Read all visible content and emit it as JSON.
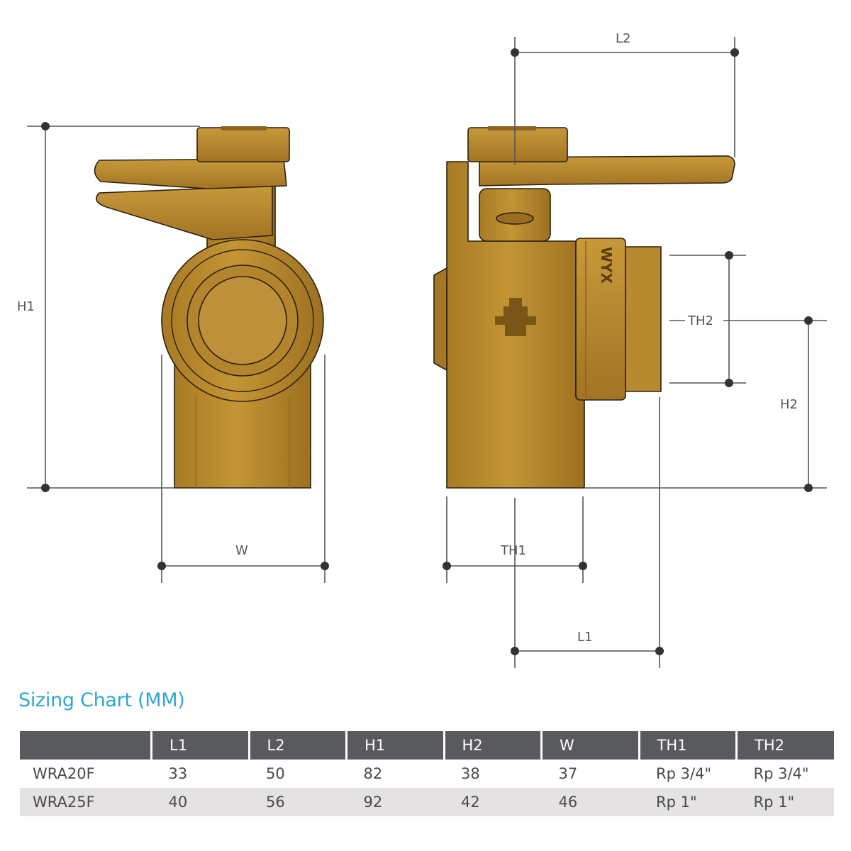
{
  "diagram": {
    "dimension_labels": {
      "H1": "H1",
      "W": "W",
      "L2": "L2",
      "TH2": "TH2",
      "H2": "H2",
      "TH1": "TH1",
      "L1": "L1"
    },
    "body_marking": "WYX",
    "colors": {
      "brass": "#b8892c",
      "brass_dark": "#8a6420",
      "outline": "#2a2010",
      "dim_line": "#555555"
    }
  },
  "sizing_chart": {
    "title": "Sizing Chart (MM)",
    "headers": [
      "",
      "L1",
      "L2",
      "H1",
      "H2",
      "W",
      "TH1",
      "TH2"
    ],
    "rows": [
      [
        "WRA20F",
        "33",
        "50",
        "82",
        "38",
        "37",
        "Rp 3/4\"",
        "Rp 3/4\""
      ],
      [
        "WRA25F",
        "40",
        "56",
        "92",
        "42",
        "46",
        "Rp 1\"",
        "Rp 1\""
      ]
    ],
    "header_color": "#595a5d",
    "title_color": "#2fa8d2"
  }
}
